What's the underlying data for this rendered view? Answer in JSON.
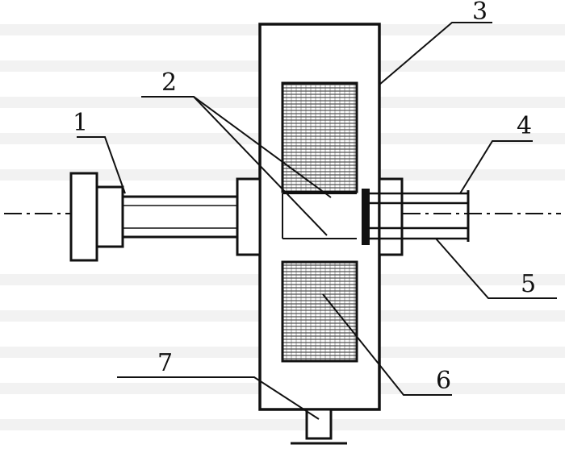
{
  "labels": {
    "l1": "1",
    "l2": "2",
    "l3": "3",
    "l4": "4",
    "l5": "5",
    "l6": "6",
    "l7": "7"
  },
  "colors": {
    "ink": "#111111",
    "paper": "#ffffff",
    "faded_text": "#d2d2d2"
  }
}
